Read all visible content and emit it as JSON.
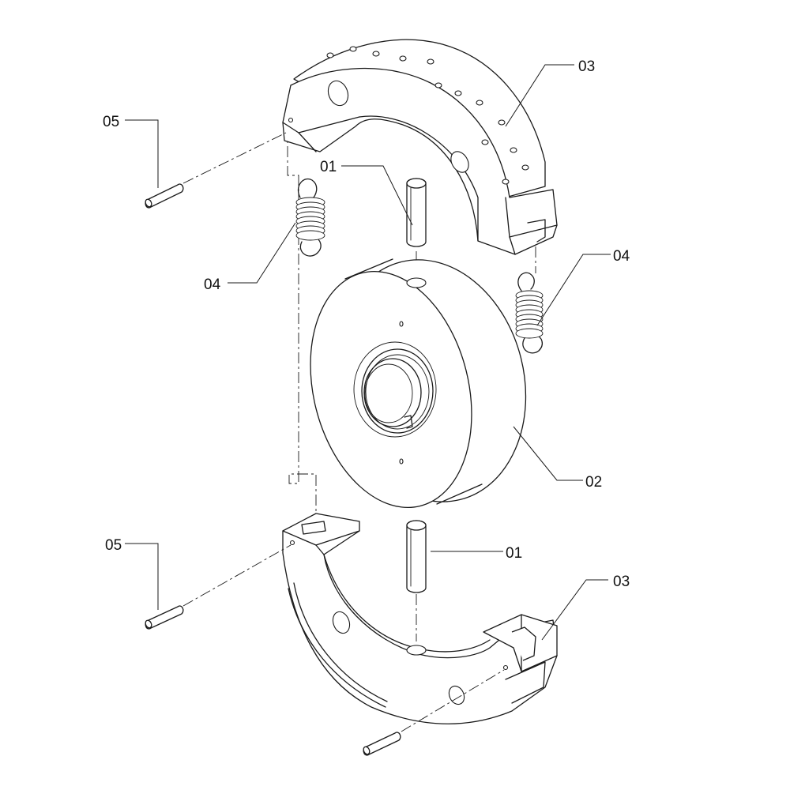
{
  "callouts": {
    "pin_top": "01",
    "pin_bottom": "01",
    "drum": "02",
    "shoe_top": "03",
    "shoe_bottom": "03",
    "spring_left": "04",
    "spring_right": "04",
    "rollpin_top": "05",
    "rollpin_bottom": "05"
  }
}
